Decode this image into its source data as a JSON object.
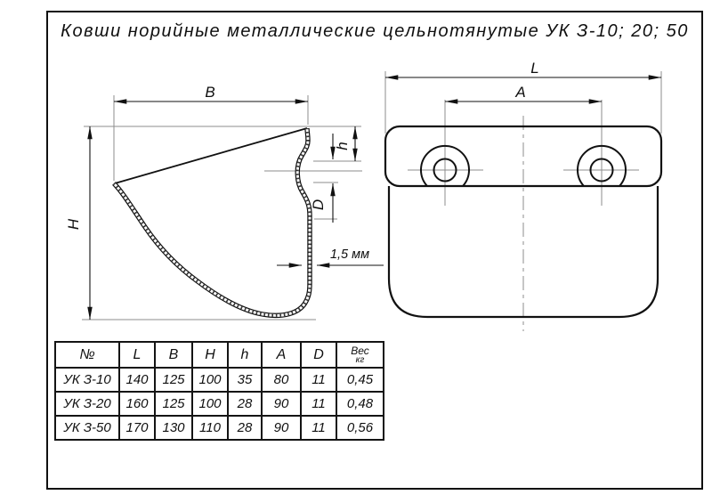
{
  "title": "Ковши норийные металлические цельнотянутые УК З-10; 20; 50",
  "side_view": {
    "dim_width": "B",
    "dim_height": "H",
    "dim_lip": "h",
    "dim_hole": "D",
    "wall_thickness_note": "1,5 мм"
  },
  "front_view": {
    "dim_length": "L",
    "dim_hole_spacing": "A"
  },
  "table": {
    "headers": [
      "№",
      "L",
      "B",
      "H",
      "h",
      "A",
      "D"
    ],
    "weight_header": [
      "Вес",
      "кг"
    ],
    "rows": [
      {
        "model": "УК З-10",
        "L": "140",
        "B": "125",
        "H": "100",
        "h": "35",
        "A": "80",
        "D": "11",
        "weight": "0,45"
      },
      {
        "model": "УК З-20",
        "L": "160",
        "B": "125",
        "H": "100",
        "h": "28",
        "A": "90",
        "D": "11",
        "weight": "0,48"
      },
      {
        "model": "УК З-50",
        "L": "170",
        "B": "130",
        "H": "110",
        "h": "28",
        "A": "90",
        "D": "11",
        "weight": "0,56"
      }
    ]
  },
  "colors": {
    "line": "#111111",
    "thin_line": "#8d8d8d",
    "background": "#ffffff"
  }
}
